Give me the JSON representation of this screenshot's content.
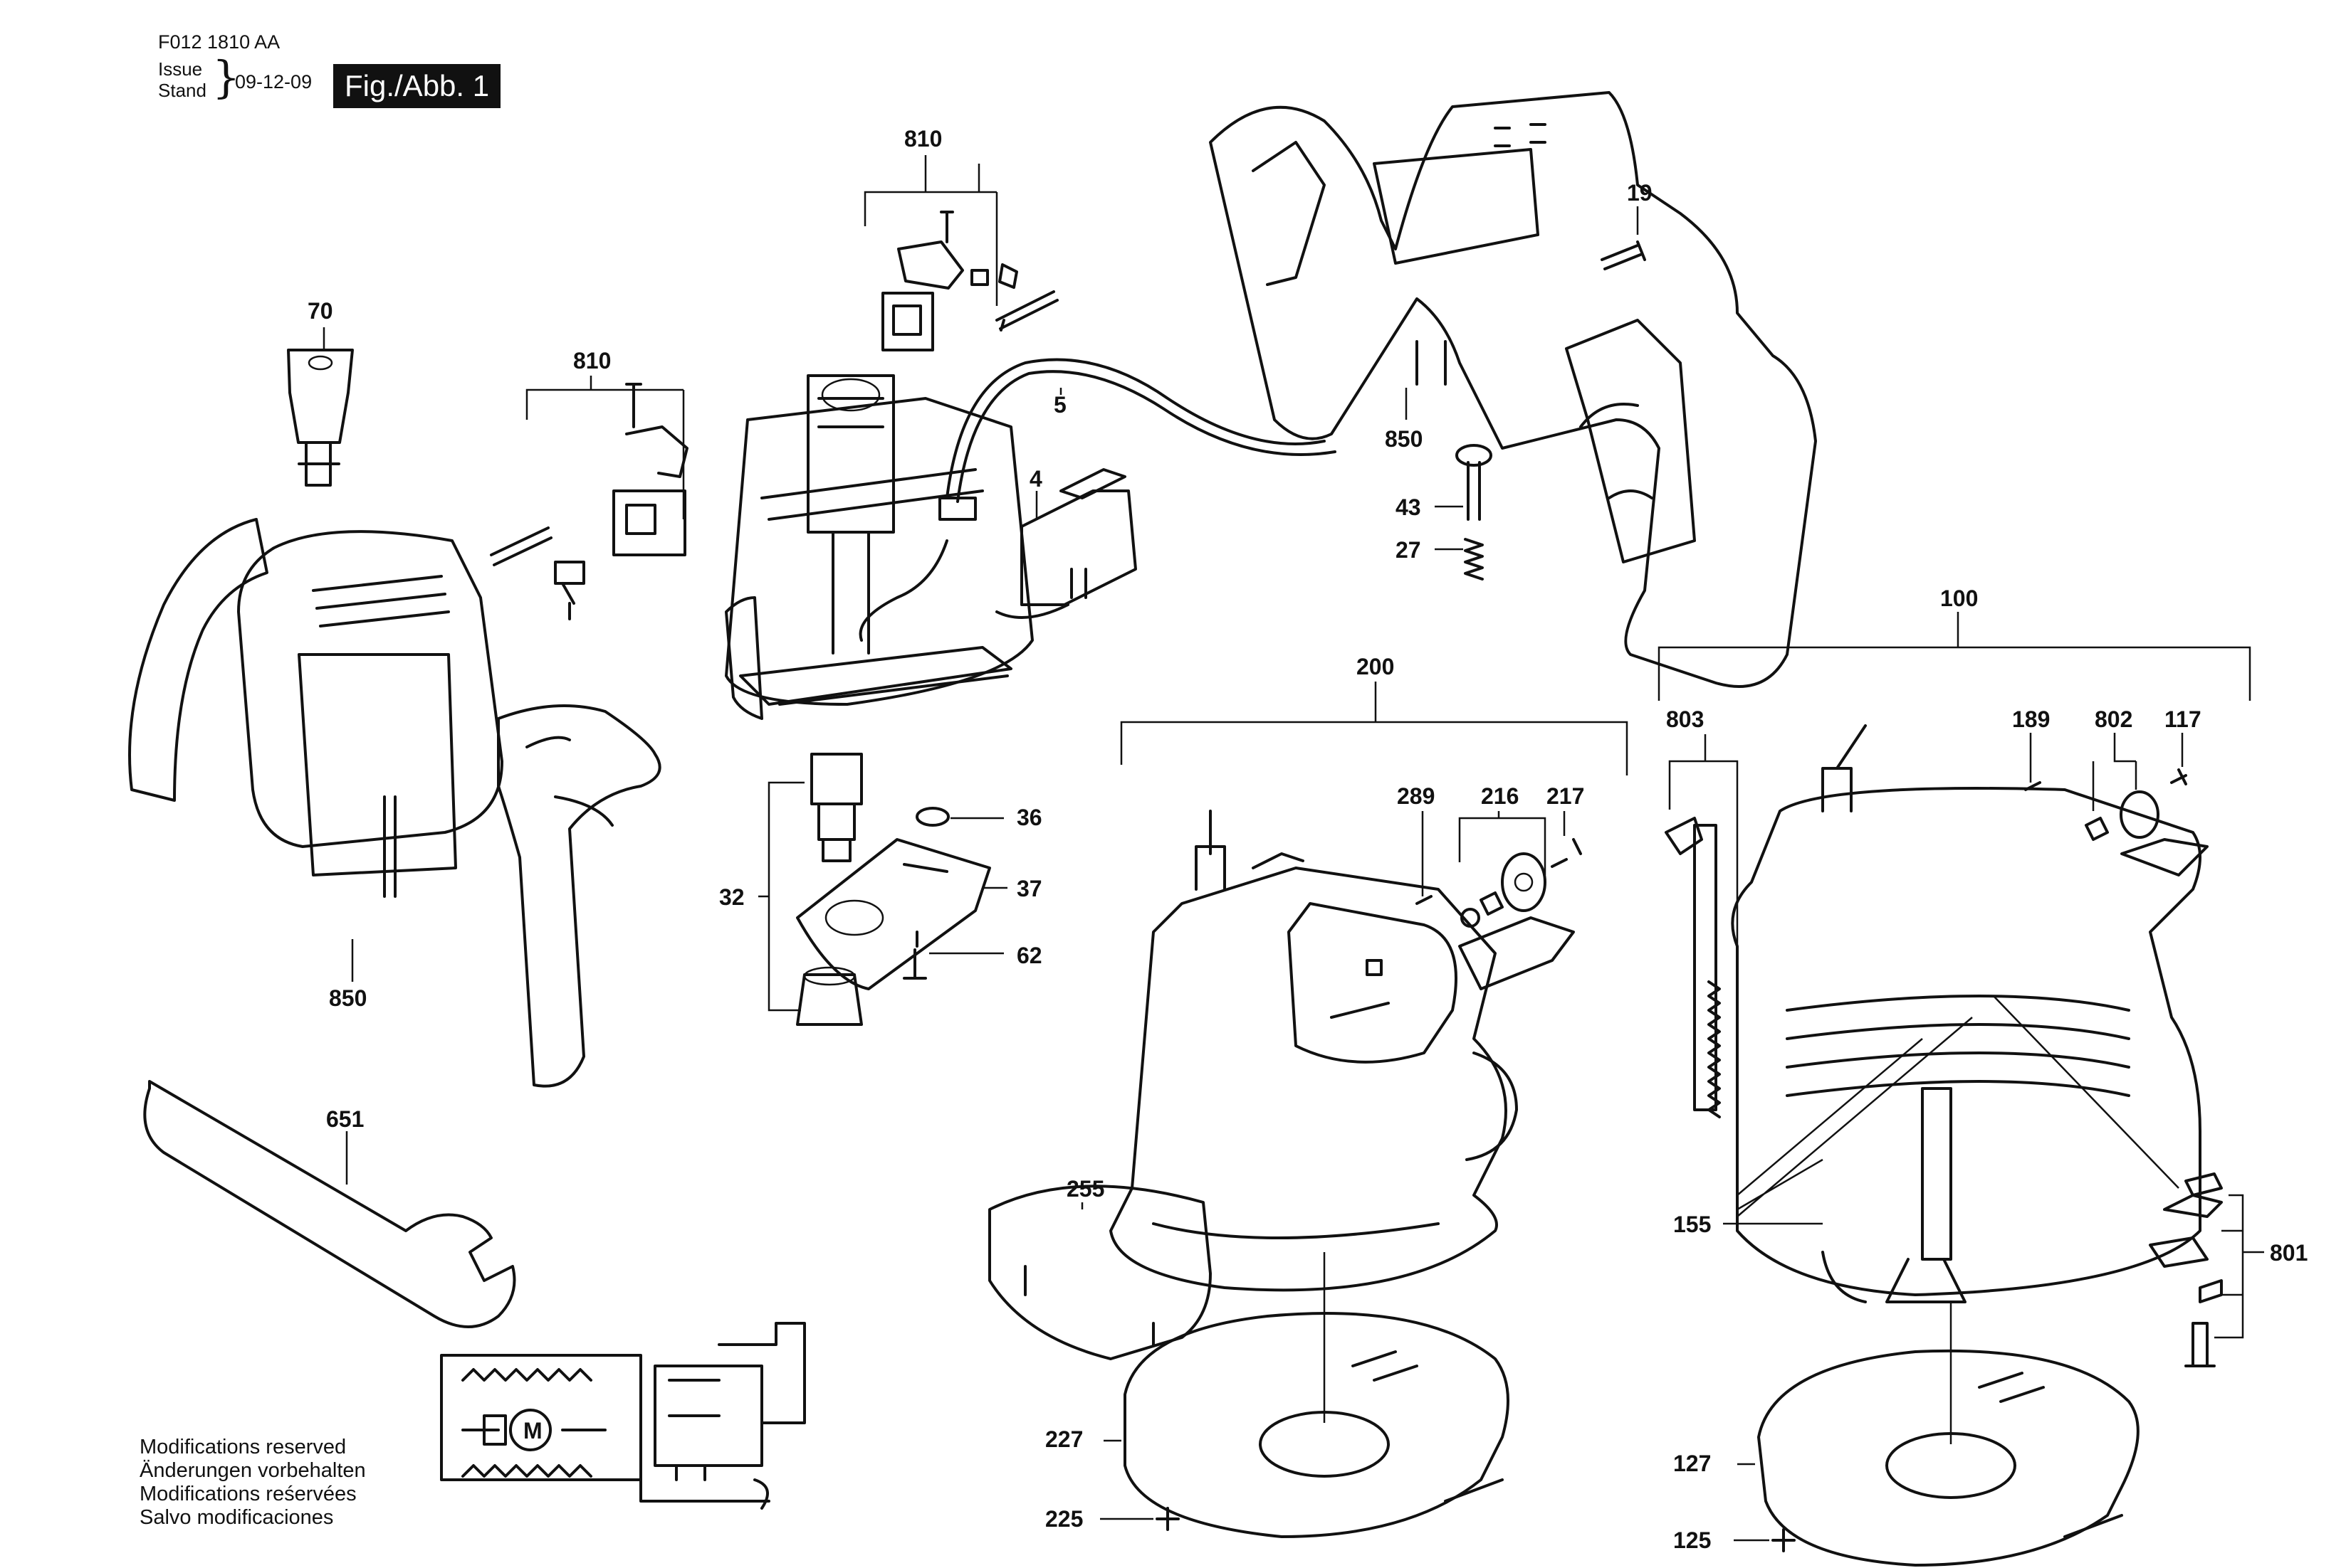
{
  "header": {
    "code": "F012 1810 AA",
    "issue_label": "Issue",
    "stand_label": "Stand",
    "date": "09-12-09",
    "figure_label": "Fig./Abb. 1"
  },
  "notes": [
    "Modifications reserved",
    "Änderungen vorbehalten",
    "Modifications reśervées",
    "Salvo modificaciones"
  ],
  "callouts": {
    "p810a": "810",
    "p810b": "810",
    "p70": "70",
    "p5": "5",
    "p4": "4",
    "p19": "19",
    "p850a": "850",
    "p850b": "850",
    "p43": "43",
    "p27": "27",
    "p100": "100",
    "p200": "200",
    "p36": "36",
    "p32": "32",
    "p37": "37",
    "p62": "62",
    "p651": "651",
    "p289": "289",
    "p216": "216",
    "p217": "217",
    "p255": "255",
    "p227": "227",
    "p225": "225",
    "p803": "803",
    "p189": "189",
    "p802": "802",
    "p117": "117",
    "p155": "155",
    "p801": "801",
    "p127": "127",
    "p125": "125"
  },
  "schematic": {
    "motor_symbol": "M"
  }
}
